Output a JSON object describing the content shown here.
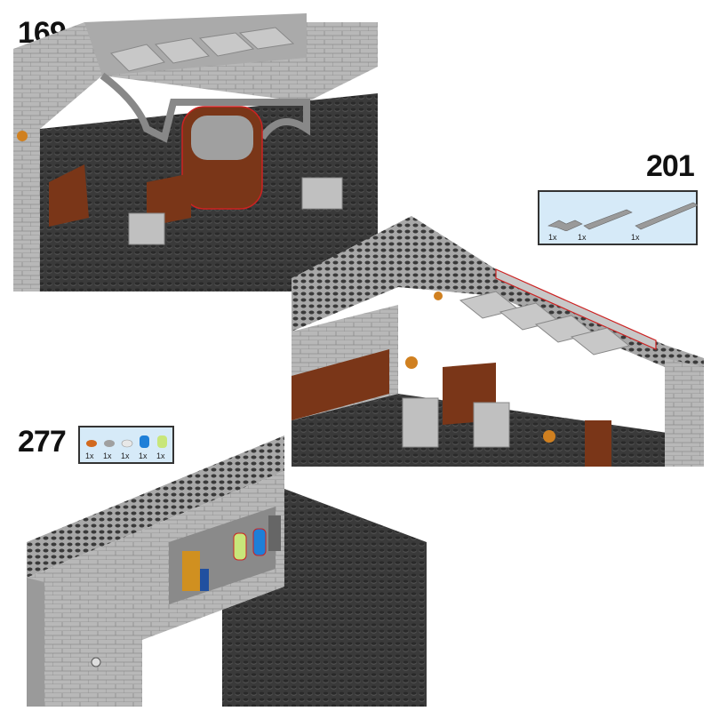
{
  "steps": [
    {
      "number": "169"
    },
    {
      "number": "201",
      "parts": [
        {
          "qty": "1x",
          "part": "grey-corner-tile-icon",
          "color": "#9a9a9a"
        },
        {
          "qty": "1x",
          "part": "grey-tile-long-icon",
          "color": "#9a9a9a"
        },
        {
          "qty": "1x",
          "part": "grey-tile-longer-icon",
          "color": "#9a9a9a"
        }
      ]
    },
    {
      "number": "277",
      "parts": [
        {
          "qty": "1x",
          "part": "orange-round-plate-icon",
          "color": "#d2691e"
        },
        {
          "qty": "1x",
          "part": "grey-round-plate-icon",
          "color": "#a0a0a0"
        },
        {
          "qty": "1x",
          "part": "white-round-plate-icon",
          "color": "#e8e8e8"
        },
        {
          "qty": "1x",
          "part": "blue-round-brick-icon",
          "color": "#1e7fd8"
        },
        {
          "qty": "1x",
          "part": "lime-round-brick-icon",
          "color": "#c8e67a"
        }
      ]
    }
  ],
  "colors": {
    "callout_bg": "#d6eaf8",
    "baseplate": "#3c3c3c",
    "wall": "#b5b5b5",
    "brown": "#7a3618",
    "highlight": "#cc2222"
  }
}
